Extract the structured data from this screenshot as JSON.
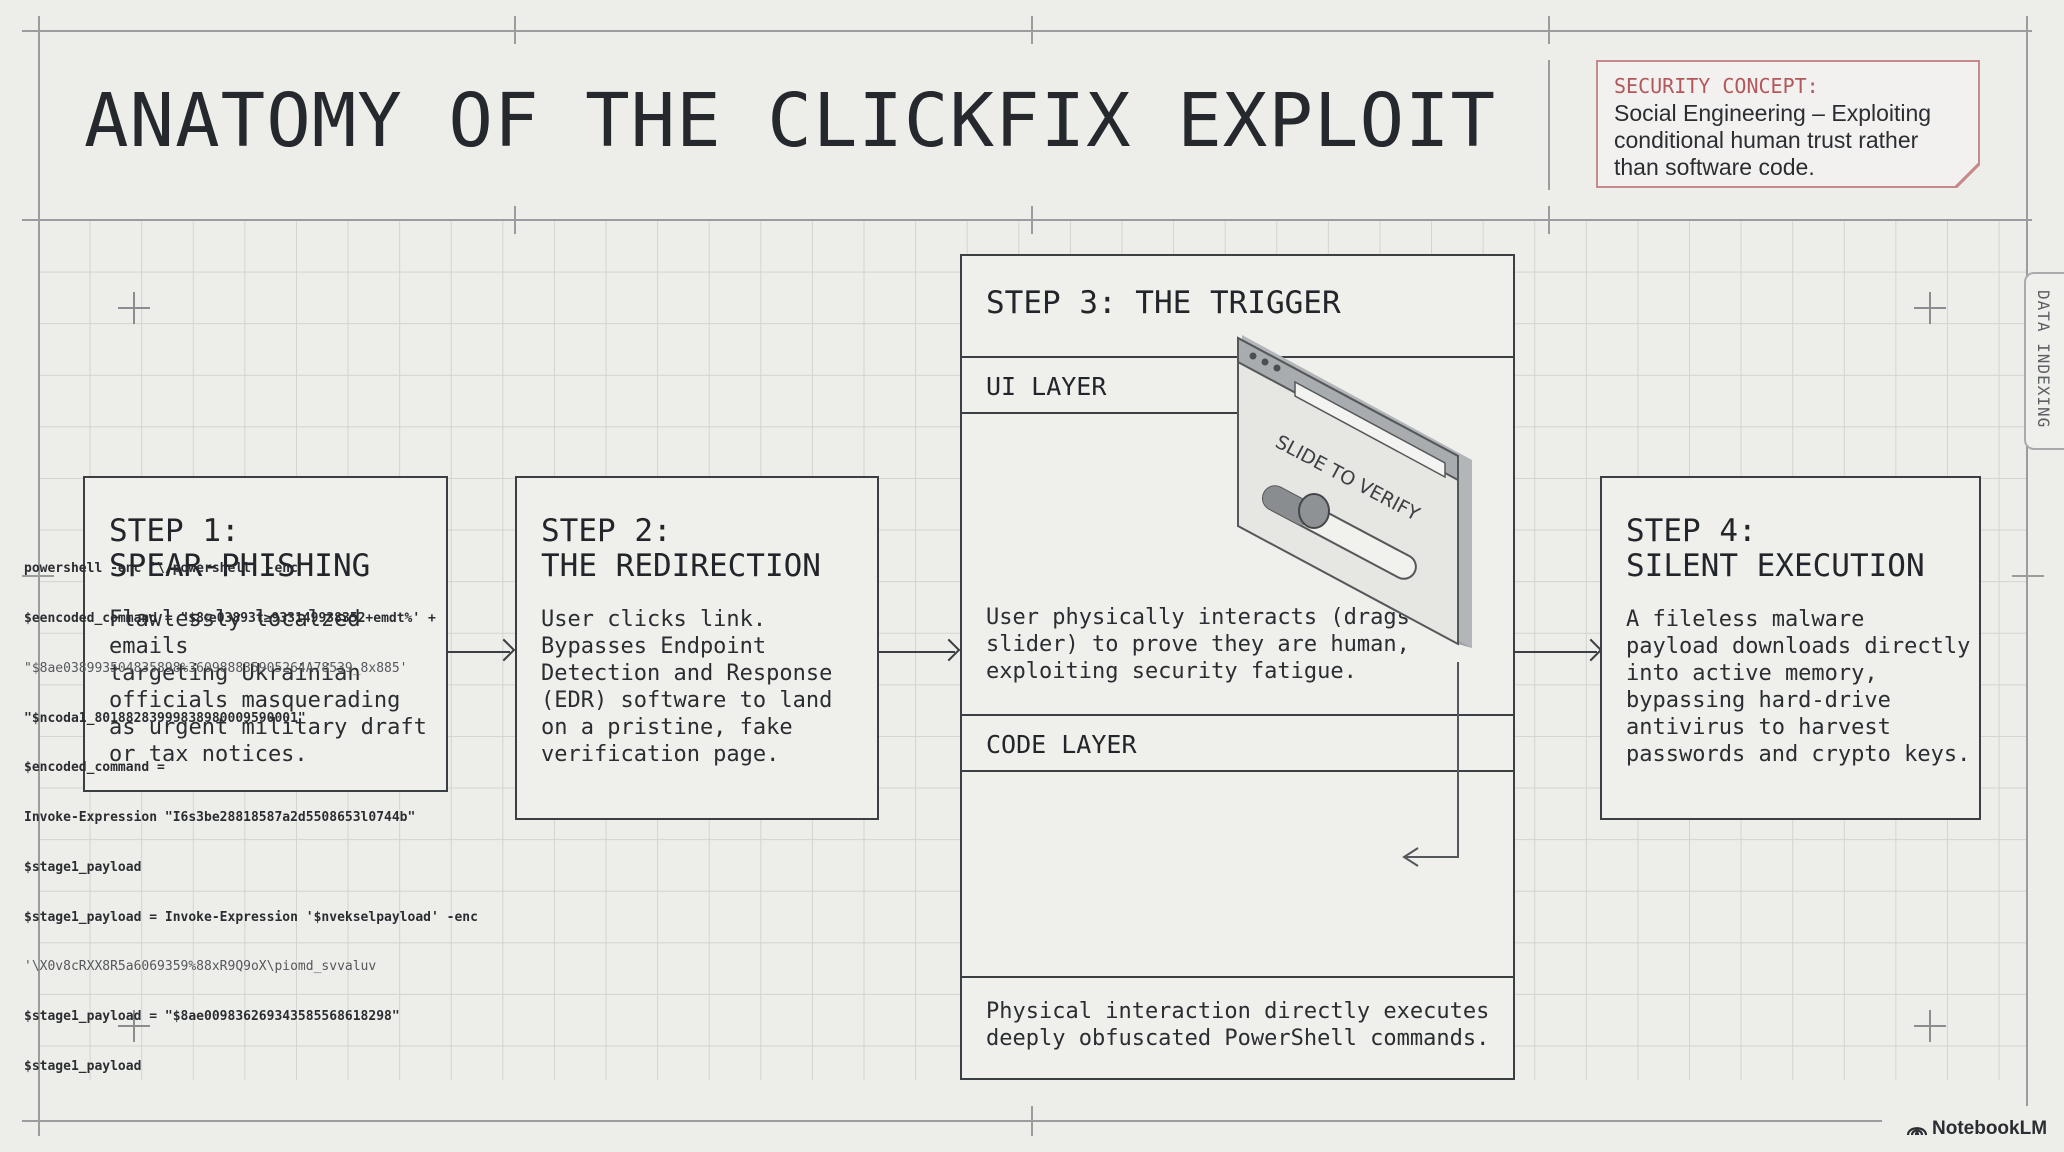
{
  "header": {
    "title": "ANATOMY OF THE CLICKFIX EXPLOIT"
  },
  "concept": {
    "heading": "SECURITY CONCEPT:",
    "body": "Social Engineering – Exploiting conditional human trust rather than software code."
  },
  "steps": [
    {
      "title": "STEP 1:\nSPEAR-PHISHING",
      "description": "Flawlessly localzed emails\ntargeting Ukrainian\nofficials masquerading\nas urgent military draft\nor tax notices."
    },
    {
      "title": "STEP 2:\nTHE REDIRECTION",
      "description": "User clicks link.\nBypasses Endpoint\nDetection and Response\n(EDR) software to land\non a pristine, fake\nverification page."
    },
    {
      "title": "STEP 3: THE TRIGGER",
      "ui_layer_label": "UI LAYER",
      "ui_layer_description": "User physically interacts (drags a\nslider) to prove they are human,\nexploiting security fatigue.",
      "slider_label": "SLIDE TO VERIFY",
      "code_layer_label": "CODE LAYER",
      "code_lines": [
        "powershell -enc '\\/powershell' -enc",
        "$eencoded_command = \"$8ℓe03893t≥933149938352+emdt%' +",
        "\"$8ae038993504835898%360988835905264A78539_8x885'",
        "\"$ncoda1_80188283999838980009590001\"",
        "$encoded_command =",
        "Invoke-Expression \"I6s3be28818587a2d5508653l0744b\"",
        "$stage1_payload",
        "$stage1_payload = Invoke-Expression '$nvekselpayload' -enc",
        "'\\X0v8cRXX8R5a6069359%88xR9Q9oX\\piomd_svvaluv",
        "$stage1_payload = \"$8ae009836269343585568618298\"",
        "$stage1_payload"
      ],
      "footer": "Physical interaction directly executes\ndeeply obfuscated PowerShell commands."
    },
    {
      "title": "STEP 4:\nSILENT EXECUTION",
      "description": "A fileless malware\npayload downloads directly\ninto active memory,\nbypassing hard-drive\nantivirus to harvest\npasswords and crypto keys."
    }
  ],
  "side_tab": {
    "label": "DATA INDEXING"
  },
  "brand": {
    "label": "NotebookLM"
  },
  "colors": {
    "background": "#ededea",
    "ink": "#2a2d31",
    "accent_red": "#b2575a",
    "grid": "#d3d3cf"
  }
}
